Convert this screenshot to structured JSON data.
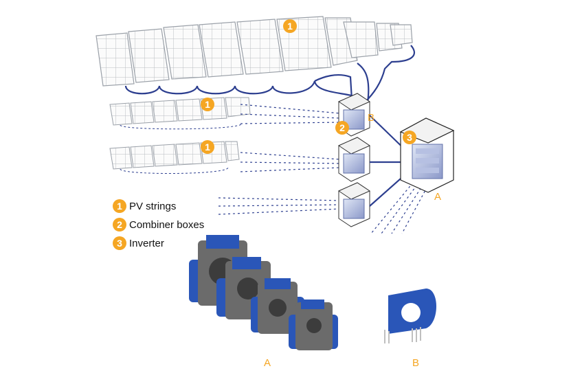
{
  "legend": [
    {
      "num": "1",
      "label": "PV strings"
    },
    {
      "num": "2",
      "label": "Combiner boxes"
    },
    {
      "num": "3",
      "label": "Inverter"
    }
  ],
  "markers": {
    "pv": "1",
    "combiner": "2",
    "inverter": "3"
  },
  "letters": {
    "combiner_b": "B",
    "inverter_a": "A",
    "sensors_a": "A",
    "sensor_b": "B"
  },
  "colors": {
    "accent": "#f5a623",
    "wire": "#2c3e8f",
    "sensor_blue": "#2a56b8",
    "sensor_gray": "#6b6b6b"
  }
}
